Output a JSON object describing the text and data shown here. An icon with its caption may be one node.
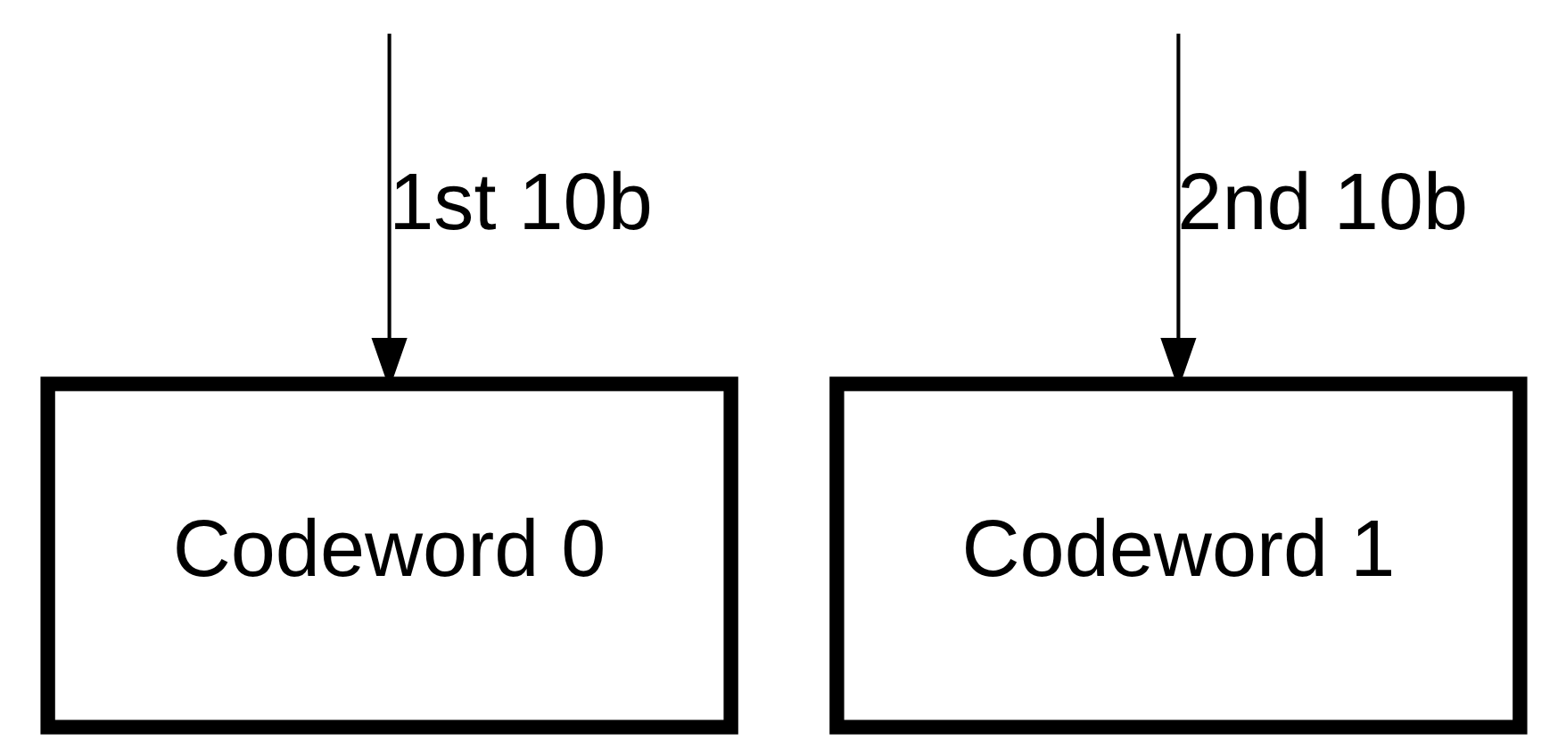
{
  "diagram": {
    "nodes": [
      {
        "text": [
          "Codeword 0"
        ]
      },
      {
        "text": [
          "Codeword 1"
        ]
      }
    ],
    "edges": [
      {
        "from": null,
        "to": 0,
        "arrow": "to",
        "label": "1st 10b"
      },
      {
        "from": null,
        "to": 1,
        "arrow": "to",
        "label": "2nd 10b"
      }
    ]
  }
}
